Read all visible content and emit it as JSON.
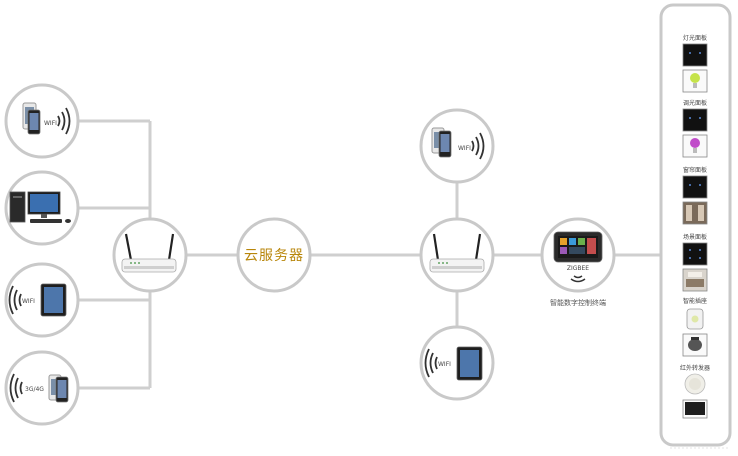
{
  "cloud": {
    "label": "云服务器"
  },
  "devices": {
    "phone_wifi_left": {
      "label": "WIFI"
    },
    "tablet_wifi_left": {
      "label": "WIFI"
    },
    "phone_3g4g": {
      "label": "3G/4G"
    },
    "phone_wifi_right": {
      "label": "WIFI"
    },
    "tablet_wifi_right": {
      "label": "WIFI"
    }
  },
  "controller": {
    "screen_label": "ZIGBEE",
    "caption": "智能数字控制终端"
  },
  "panel": {
    "items": [
      {
        "label": "灯光面板"
      },
      {
        "label": "调光面板"
      },
      {
        "label": "窗帘面板"
      },
      {
        "label": "场景面板"
      },
      {
        "label": "智能插座"
      },
      {
        "label": "红外转发器"
      }
    ]
  },
  "colors": {
    "line": "#cfcfcf",
    "circle_stroke": "#c9c9c9",
    "cloud_text": "#b8860b",
    "wifi_wave": "#333333"
  }
}
